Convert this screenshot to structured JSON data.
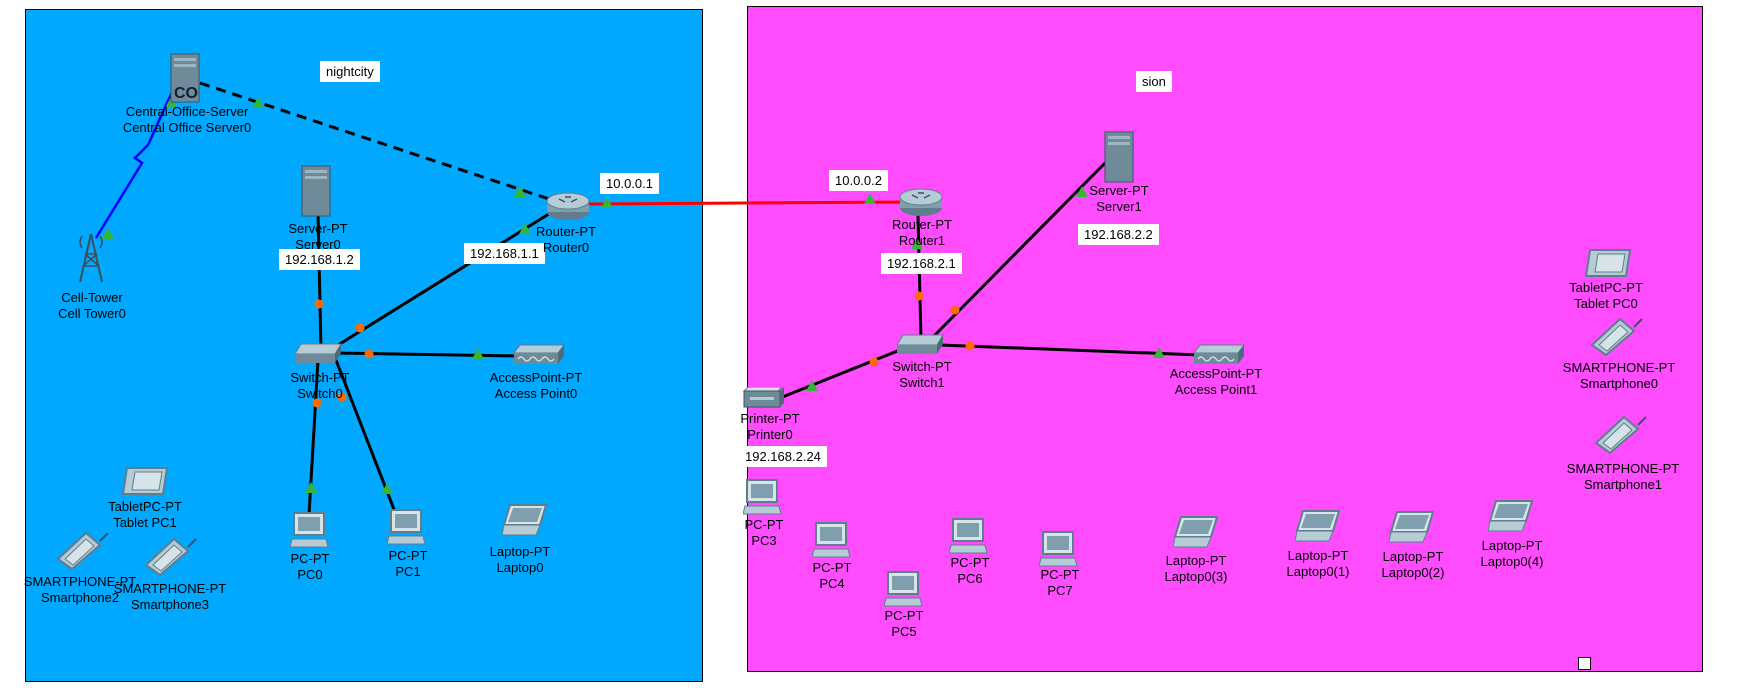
{
  "areas": {
    "left": {
      "label": "nightcity",
      "color": "#00a8ff"
    },
    "right": {
      "label": "sion",
      "color": "#ff4cff"
    }
  },
  "addresses": {
    "wan_left": "10.0.0.1",
    "wan_right": "10.0.0.2",
    "router0_lan": "192.168.1.1",
    "server0": "192.168.1.2",
    "router1_lan": "192.168.2.1",
    "server1": "192.168.2.2",
    "printer0": "192.168.2.24"
  },
  "devices": {
    "co_server": {
      "type": "Central-Office-Server",
      "name": "Central Office Server0",
      "badge": "CO"
    },
    "cell_tower": {
      "type": "Cell-Tower",
      "name": "Cell Tower0"
    },
    "server0": {
      "type": "Server-PT",
      "name": "Server0"
    },
    "router0": {
      "type": "Router-PT",
      "name": "Router0"
    },
    "switch0": {
      "type": "Switch-PT",
      "name": "Switch0"
    },
    "ap0": {
      "type": "AccessPoint-PT",
      "name": "Access Point0"
    },
    "pc0": {
      "type": "PC-PT",
      "name": "PC0"
    },
    "pc1": {
      "type": "PC-PT",
      "name": "PC1"
    },
    "laptop0": {
      "type": "Laptop-PT",
      "name": "Laptop0"
    },
    "tablet1": {
      "type": "TabletPC-PT",
      "name": "Tablet PC1"
    },
    "phone2": {
      "type": "SMARTPHONE-PT",
      "name": "Smartphone2"
    },
    "phone3": {
      "type": "SMARTPHONE-PT",
      "name": "Smartphone3"
    },
    "router1": {
      "type": "Router-PT",
      "name": "Router1"
    },
    "server1": {
      "type": "Server-PT",
      "name": "Server1"
    },
    "switch1": {
      "type": "Switch-PT",
      "name": "Switch1"
    },
    "ap1": {
      "type": "AccessPoint-PT",
      "name": "Access Point1"
    },
    "printer0": {
      "type": "Printer-PT",
      "name": "Printer0"
    },
    "pc3": {
      "type": "PC-PT",
      "name": "PC3"
    },
    "pc4": {
      "type": "PC-PT",
      "name": "PC4"
    },
    "pc5": {
      "type": "PC-PT",
      "name": "PC5"
    },
    "pc6": {
      "type": "PC-PT",
      "name": "PC6"
    },
    "pc7": {
      "type": "PC-PT",
      "name": "PC7"
    },
    "laptop3": {
      "type": "Laptop-PT",
      "name": "Laptop0(3)"
    },
    "laptop1": {
      "type": "Laptop-PT",
      "name": "Laptop0(1)"
    },
    "laptop2": {
      "type": "Laptop-PT",
      "name": "Laptop0(2)"
    },
    "laptop4": {
      "type": "Laptop-PT",
      "name": "Laptop0(4)"
    },
    "tablet0": {
      "type": "TabletPC-PT",
      "name": "Tablet PC0"
    },
    "phone0": {
      "type": "SMARTPHONE-PT",
      "name": "Smartphone0"
    },
    "phone1": {
      "type": "SMARTPHONE-PT",
      "name": "Smartphone1"
    }
  },
  "colors": {
    "link": "#000000",
    "wan_link": "#ff0000",
    "wireless_link": "#0000ff",
    "link_up": "#36b536",
    "link_down": "#ff6a00"
  }
}
